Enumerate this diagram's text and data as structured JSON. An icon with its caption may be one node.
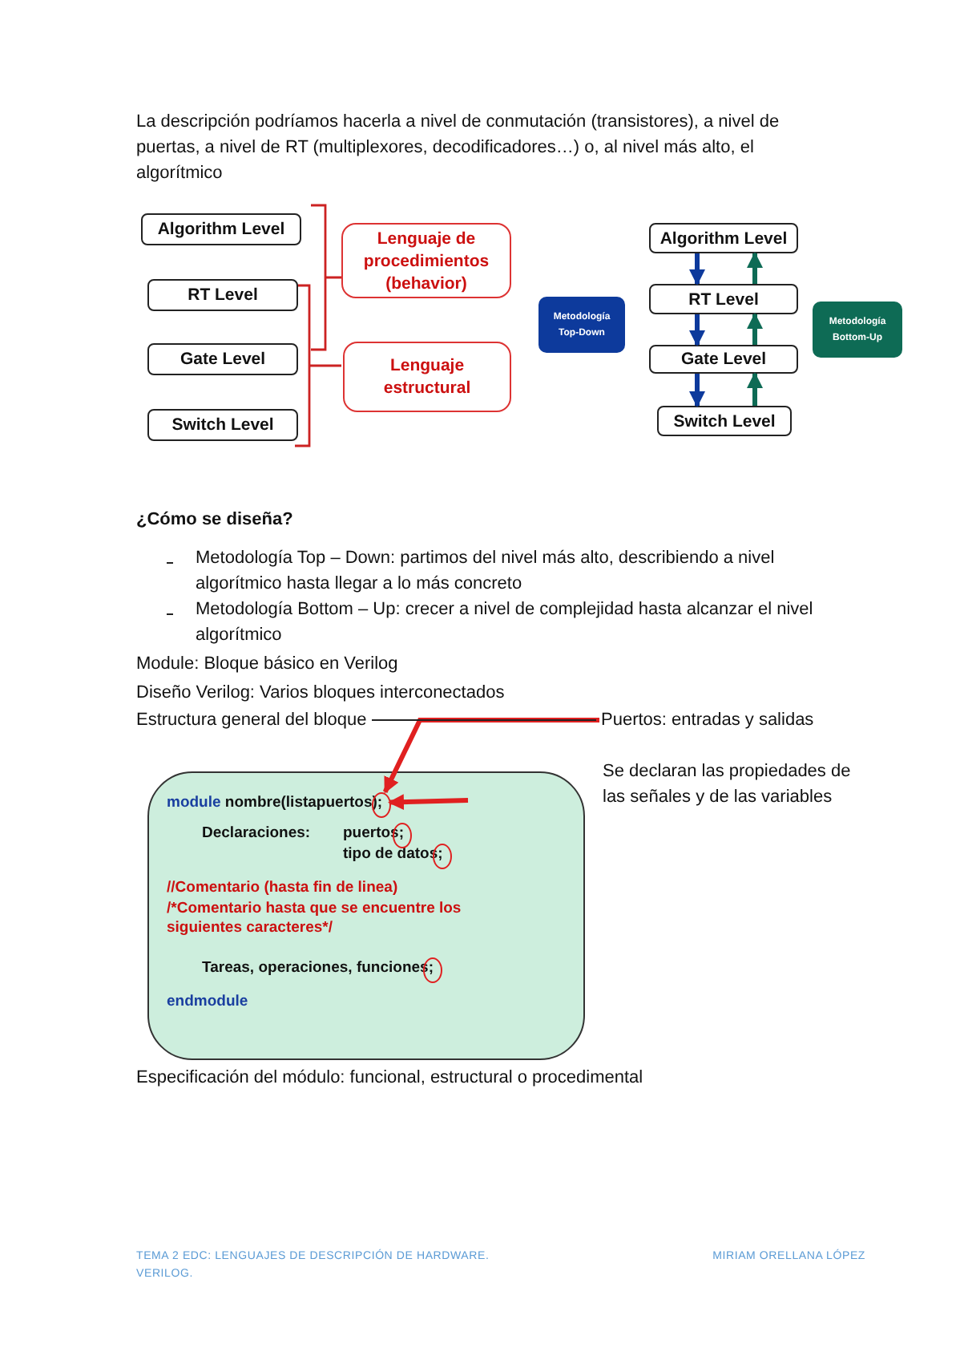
{
  "diagram": {
    "nodes": [
      {
        "text": [
          "Algorithm Level"
        ]
      },
      {
        "text": [
          "RT Level"
        ]
      },
      {
        "text": [
          "Gate Level"
        ]
      },
      {
        "text": [
          "Switch Level"
        ]
      },
      {
        "text": [
          "Lenguaje de procedimientos (behavior)"
        ]
      },
      {
        "text": [
          "Lenguaje estructural"
        ]
      },
      {
        "text": [
          "Metodología Top-Down"
        ]
      },
      {
        "text": [
          "Algorithm Level"
        ]
      },
      {
        "text": [
          "RT Level"
        ]
      },
      {
        "text": [
          "Gate Level"
        ]
      },
      {
        "text": [
          "Switch Level"
        ]
      },
      {
        "text": [
          "Metodología Bottom-Up"
        ]
      },
      {
        "text": [
          "module nombre(listapuertos);",
          "Declaraciones:",
          "puertos;",
          "tipo de datos;",
          "//Comentario (hasta fin de linea)",
          "/*Comentario hasta que se encuentre los siguientes caracteres*/",
          "Tareas, operaciones, funciones;",
          "endmodule"
        ]
      },
      {
        "text": [],
        "shape": "circle",
        "in": 12
      },
      {
        "text": [],
        "shape": "circle",
        "in": 12
      },
      {
        "text": [],
        "shape": "circle",
        "in": 12
      },
      {
        "text": [],
        "shape": "circle",
        "in": 12
      },
      {
        "text": [
          "Puertos: entradas y salidas"
        ]
      },
      {
        "text": [
          "Se declaran las propiedades de las señales y de las variables"
        ]
      }
    ],
    "edges": [
      {
        "from": 7,
        "to": 8,
        "arrow": "to",
        "color": "#0d3a9c"
      },
      {
        "from": 8,
        "to": 9,
        "arrow": "to",
        "color": "#0d3a9c"
      },
      {
        "from": 9,
        "to": 10,
        "arrow": "to",
        "color": "#0d3a9c"
      },
      {
        "from": 10,
        "to": 9,
        "arrow": "to",
        "color": "#0e6b55"
      },
      {
        "from": 9,
        "to": 8,
        "arrow": "to",
        "color": "#0e6b55"
      },
      {
        "from": 8,
        "to": 7,
        "arrow": "to",
        "color": "#0e6b55"
      },
      {
        "from": 17,
        "to": 13,
        "arrow": "to",
        "color": "#e02020"
      },
      {
        "from": null,
        "to": 13,
        "arrow": "to",
        "color": "#e02020"
      }
    ],
    "labels": [
      "La descripción podríamos hacerla a nivel de conmutación (transistores), a nivel de puertas, a nivel de RT (multiplexores, decodificadores…) o, al nivel más alto, el algorítmico",
      "¿Cómo se diseña?",
      "Metodología Top – Down: partimos del nivel más alto, describiendo a nivel algorítmico hasta llegar a lo más concreto",
      "Metodología Bottom – Up: crecer a nivel de complejidad hasta alcanzar el nivel algorítmico",
      "Module: Bloque básico en Verilog",
      "Diseño Verilog: Varios bloques interconectados",
      "Estructura general del bloque",
      "Especificación del módulo: funcional, estructural o procedimental",
      "TEMA 2 EDC: LENGUAJES DE DESCRIPCIÓN DE HARDWARE. VERILOG.",
      "MIRIAM ORELLANA LÓPEZ"
    ]
  }
}
